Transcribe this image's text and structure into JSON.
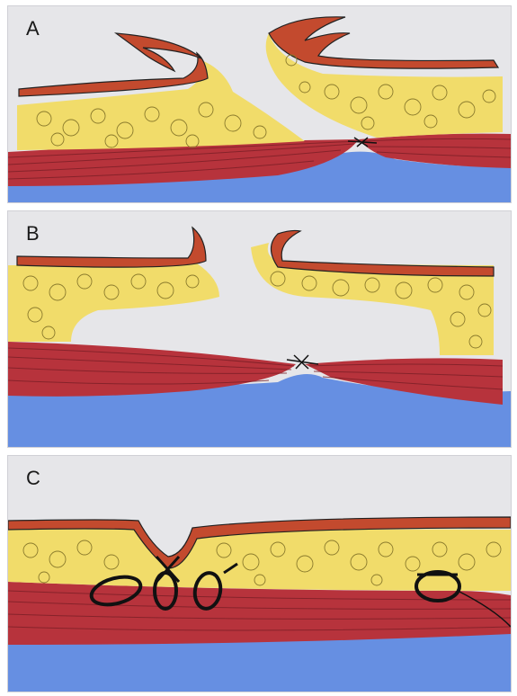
{
  "panels": [
    {
      "label": "A"
    },
    {
      "label": "B"
    },
    {
      "label": "C"
    }
  ],
  "colors": {
    "background": "#e6e6e9",
    "skin": "#c34a2e",
    "fat": "#f1dc6a",
    "fat_lobule": "#8a7a2c",
    "muscle": "#b7333c",
    "muscle_dark": "#7a1f26",
    "fascia": "#3f6fd6",
    "suture": "#111111"
  }
}
